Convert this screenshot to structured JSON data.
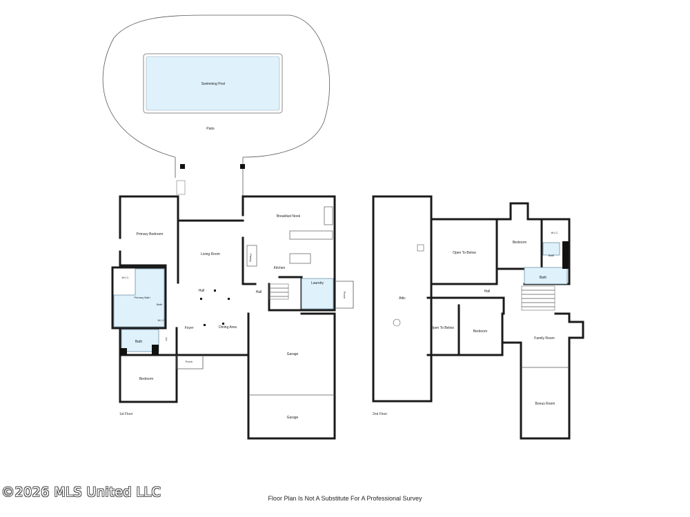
{
  "floor1": {
    "label": "1st Floor",
    "rooms": {
      "swimming_pool": "Swimming Pool",
      "patio": "Patio",
      "primary_bedroom": "Primary Bedroom",
      "living_room": "Living Room",
      "breakfast_nook": "Breakfast Nook",
      "kitchen": "Kitchen",
      "pantry": "Pantry",
      "laundry": "Laundry",
      "porch_side": "Porch",
      "wic": "W.I.C.",
      "primary_bath": "Primary Bath",
      "bath_small": "Bath",
      "wic_2": "W.I.C.",
      "hall_left": "Hall",
      "hall_right": "Hall",
      "foyer": "Foyer",
      "dining_area": "Dining Area",
      "bath": "Bath",
      "porch_front": "Porch",
      "garage_upper": "Garage",
      "bedroom": "Bedroom",
      "garage_lower": "Garage",
      "linen": "Lin"
    }
  },
  "floor2": {
    "label": "2nd Floor",
    "rooms": {
      "attic": "Attic",
      "open_to_below_1": "Open To Below",
      "bedroom_top": "Bedroom",
      "wic": "W.I.C.",
      "bath_small": "Bath",
      "bath": "Bath",
      "hall": "Hall",
      "open_to_below_2": "Open To Below",
      "bedroom_mid": "Bedroom",
      "family_room": "Family Room",
      "bonus_room": "Bonus Room"
    }
  },
  "watermark": "©2026 MLS United LLC",
  "disclaimer": "Floor Plan Is Not A Substitute For A Professional Survey"
}
